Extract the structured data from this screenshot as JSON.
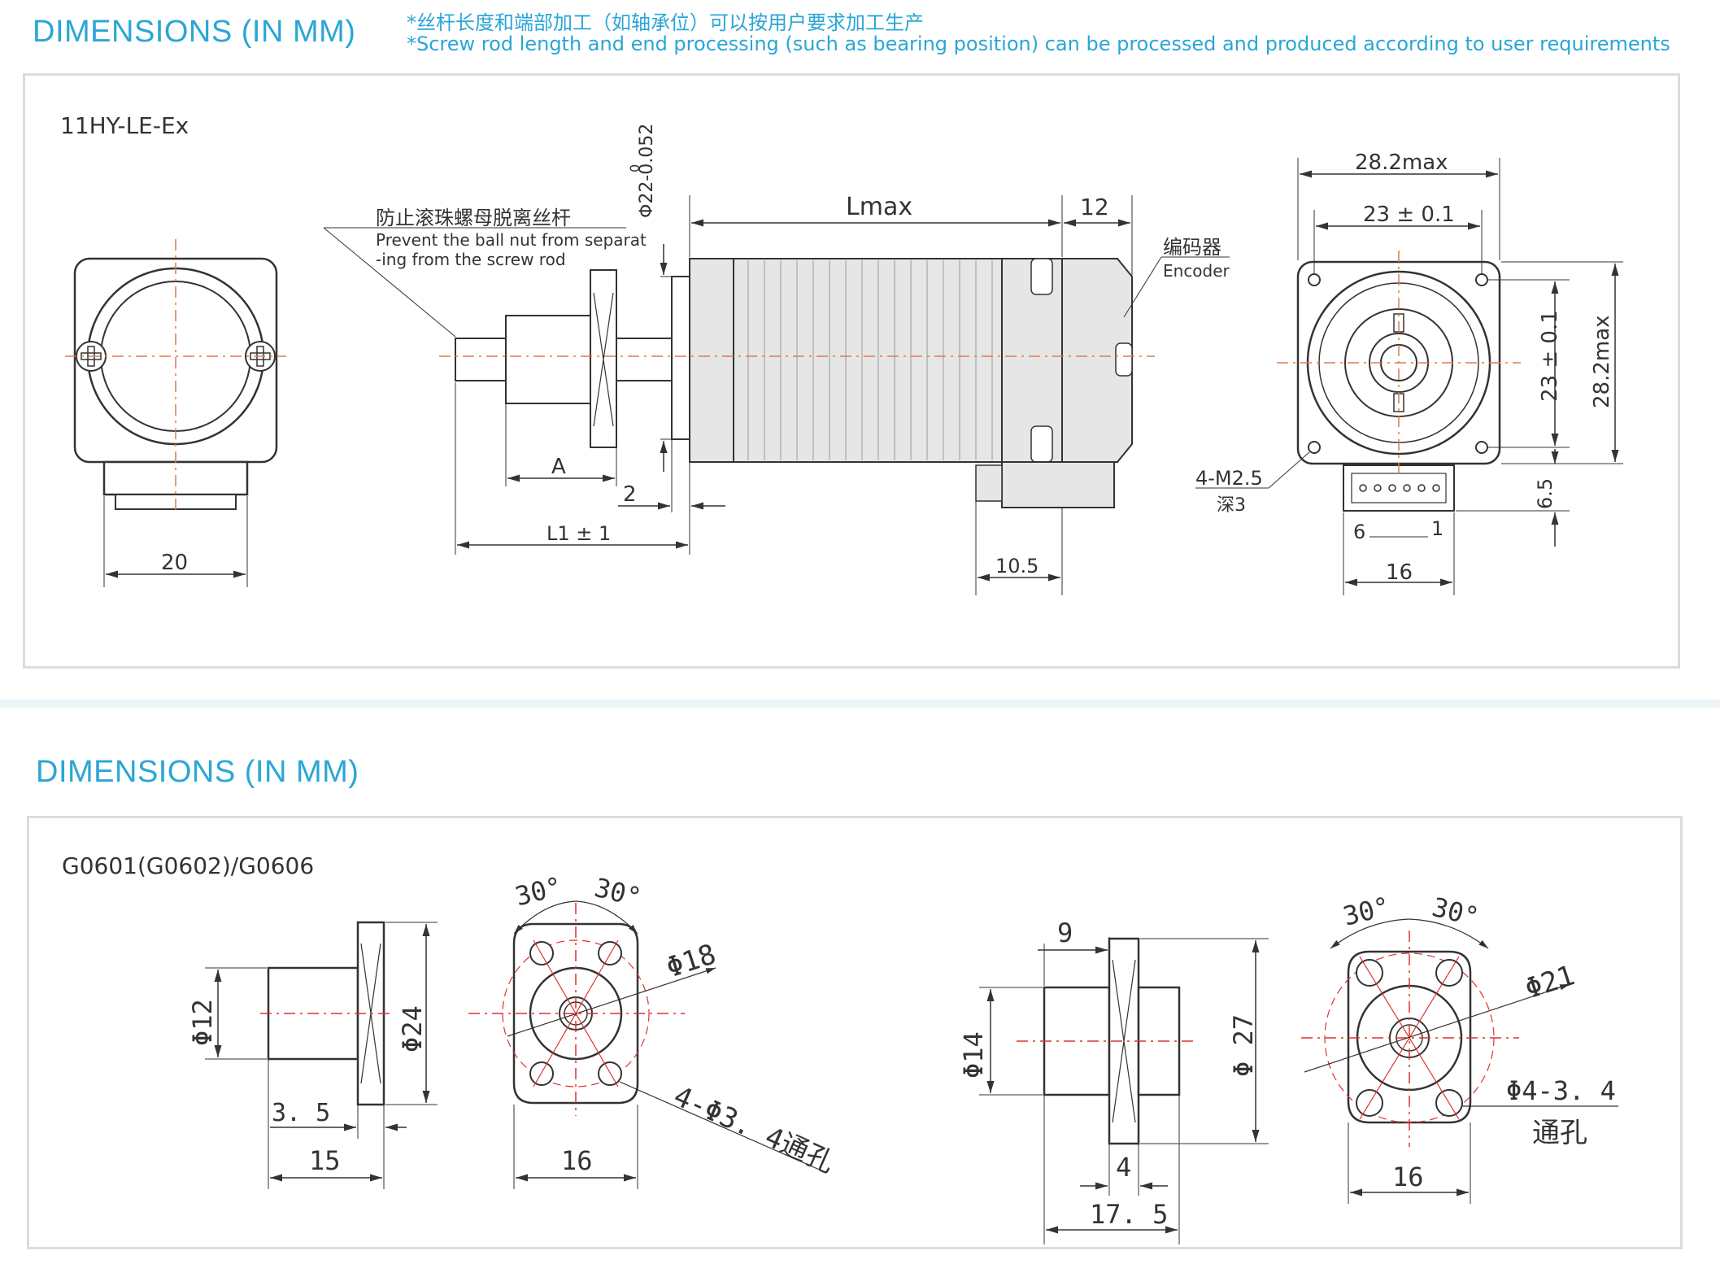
{
  "section1": {
    "title": "DIMENSIONS (IN MM)",
    "note_cn": "*丝杆长度和端部加工（如轴承位）可以按用户要求加工生产",
    "note_en": "*Screw rod length and end processing (such as bearing position) can be processed and produced according to user requirements",
    "model": "11HY-LE-Ex",
    "labels": {
      "dim_20": "20",
      "callout_cn": "防止滚珠螺母脱离丝杆",
      "callout_en1": "Prevent the ball nut from separat",
      "callout_en2": "-ing from the screw rod",
      "phi22": "Φ22-0.052",
      "phi22_upper": "0",
      "dim_A": "A",
      "dim_2": "2",
      "dim_L1": "L1 ± 1",
      "dim_Lmax": "Lmax",
      "dim_12": "12",
      "encoder_cn": "编码器",
      "encoder_en": "Encoder",
      "dim_10_5": "10.5",
      "dim_28max_h": "28.2max",
      "dim_23_h": "23 ± 0.1",
      "dim_23_v": "23 ± 0.1",
      "dim_28max_v": "28.2max",
      "screw_spec": "4-M2.5",
      "screw_depth": "深3",
      "pin_6": "6",
      "pin_1": "1",
      "dim_6_5": "6.5",
      "dim_16": "16"
    }
  },
  "section2": {
    "title": "DIMENSIONS (IN MM)",
    "model": "G0601(G0602)/G0606",
    "labels": {
      "phi12": "Φ12",
      "phi24": "Φ24",
      "dim_3_5": "3. 5",
      "dim_15": "15",
      "angle_a": "30°",
      "angle_b": "30°",
      "phi18": "Φ18",
      "holes_a": "4-Φ3. 4通孔",
      "dim_16a": "16",
      "dim_9": "9",
      "phi14": "Φ14",
      "phi27": "Φ 27",
      "dim_4": "4",
      "dim_17_5": "17. 5",
      "angle_c": "30°",
      "angle_d": "30°",
      "phi21": "Φ21",
      "holes_b1": "Φ4-3. 4",
      "holes_b2": "通孔",
      "dim_16b": "16"
    }
  },
  "colors": {
    "accent": "#2aa6d6",
    "center_line": "#e07a4a",
    "part_fill": "#e6e6e6",
    "red_line": "#e03030"
  }
}
